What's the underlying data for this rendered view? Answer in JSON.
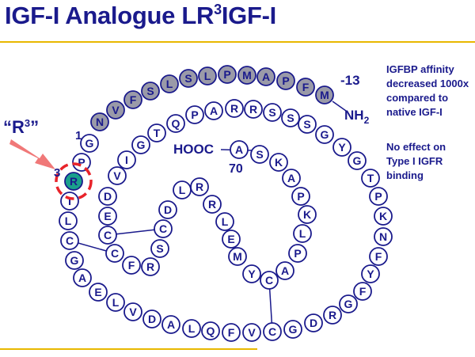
{
  "title": {
    "main": "IGF-I Analogue LR",
    "sup": "3",
    "tail": "IGF-I"
  },
  "colors": {
    "title": "#1a1a8c",
    "rule": "#e8b800",
    "outline": "#1a1a8c",
    "extension_fill": "#9a9aa8",
    "r3_fill": "#1aa08c",
    "highlight": "#e8232a",
    "arrow": "#f07878"
  },
  "r3_label": "“R3”",
  "labels": {
    "minus13": "-13",
    "nh2": "NH2",
    "pos1": "1",
    "pos3": "3",
    "cooh": "HOOC",
    "pos70": "70"
  },
  "notes": {
    "affinity": [
      "IGFBP affinity",
      "decreased 1000x",
      "compared to",
      "native IGF-I"
    ],
    "receptor": [
      "No effect on",
      "Type I IGFR",
      "binding"
    ]
  },
  "extension": [
    "M",
    "F",
    "P",
    "A",
    "M",
    "P",
    "L",
    "S",
    "L",
    "S",
    "F",
    "V",
    "N"
  ],
  "sequence": [
    "G",
    "P",
    "R",
    "T",
    "L",
    "C",
    "G",
    "A",
    "E",
    "L",
    "V",
    "D",
    "A",
    "L",
    "Q",
    "F",
    "V",
    "C",
    "G",
    "D",
    "R",
    "G",
    "F",
    "Y",
    "F",
    "N",
    "K",
    "P",
    "T",
    "G",
    "Y",
    "G",
    "S",
    "S",
    "S",
    "R",
    "R",
    "A",
    "P",
    "Q",
    "T",
    "G",
    "I",
    "V",
    "D",
    "E",
    "C",
    "C",
    "F",
    "R",
    "S",
    "C",
    "D",
    "L",
    "R",
    "R",
    "L",
    "E",
    "M",
    "Y",
    "C",
    "A",
    "P",
    "L",
    "K",
    "P",
    "A",
    "K",
    "S",
    "A"
  ]
}
